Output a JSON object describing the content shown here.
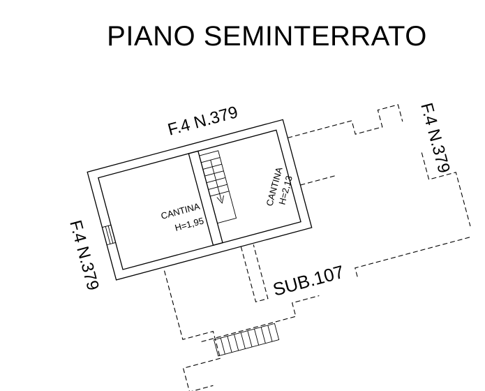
{
  "plan": {
    "title": "PIANO SEMINTERRATO",
    "boundaries": {
      "top": "F.4 N.379",
      "right": "F.4 N.379",
      "left": "F.4 N.379"
    },
    "rooms": [
      {
        "name": "CANTINA",
        "height": "H=1,95"
      },
      {
        "name": "CANTINA",
        "height": "H=2,13"
      }
    ],
    "area_label": "SUB.107"
  }
}
